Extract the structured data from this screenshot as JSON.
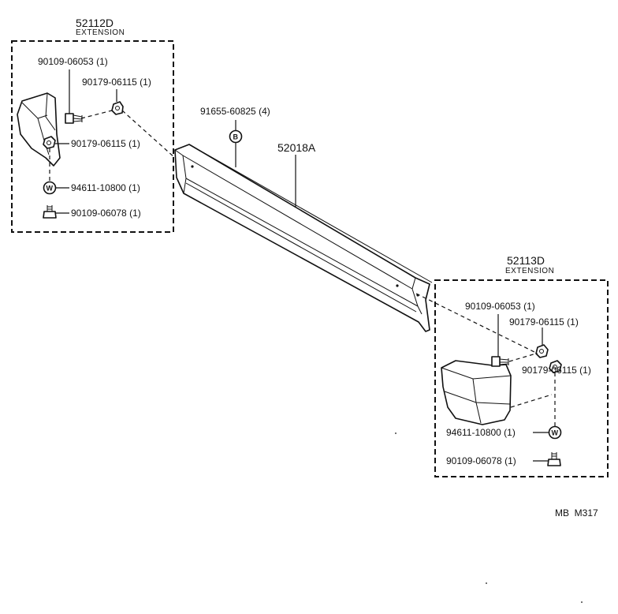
{
  "left_group": {
    "part_no": "52112D",
    "part_name": "EXTENSION",
    "labels": {
      "bolt_a": "90109-06053 (1)",
      "nut_top": "90179-06115 (1)",
      "nut_mid": "90179-06115 (1)",
      "washer": "94611-10800 (1)",
      "bolt_b": "90109-06078 (1)"
    }
  },
  "center": {
    "rivet_label": "91655-60825 (4)",
    "rivet_symbol": "B",
    "bumper_part_no": "52018A"
  },
  "right_group": {
    "part_no": "52113D",
    "part_name": "EXTENSION",
    "labels": {
      "bolt_a": "90109-06053 (1)",
      "nut_top": "90179-06115 (1)",
      "nut_mid": "90179-06115 (1)",
      "washer": "94611-10800 (1)",
      "bolt_b": "90109-06078 (1)"
    }
  },
  "washer_symbol": "W",
  "footer_code": "MB  M317"
}
